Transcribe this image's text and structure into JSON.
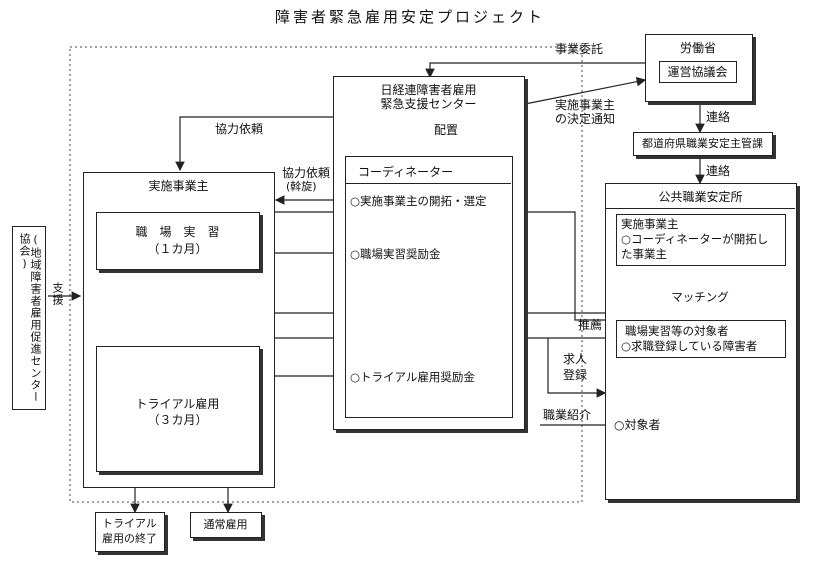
{
  "title": "障害者緊急雇用安定プロジェクト",
  "labels": {
    "jigyo_itaku": "事業委託",
    "rodosho": "労働省",
    "unei": "運営協議会",
    "nikkeiren_1": "日経連障害者雇用",
    "nikkeiren_2": "緊急支援センター",
    "kettei_1": "実施事業主",
    "kettei_2": "の決定通知",
    "renraku_1": "連絡",
    "todofuken": "都道府県職業安定主管課",
    "renraku_2": "連絡",
    "haichi": "配置",
    "kyoryoku_irai": "協力依頼",
    "kyoryoku_irai_2": "協力依頼",
    "kyoryoku_irai_2_sub": "(斡旋)",
    "coordinator": "コーディネーター",
    "coord_item1": "○実施事業主の開拓・選定",
    "coord_item2": "○職場実習奨励金",
    "coord_item3": "○トライアル雇用奨励金",
    "jisshi_jigyonushi": "実施事業主",
    "shokuba_1": "職　場　実　習",
    "shokuba_2": "（１カ月）",
    "trial_1": "トライアル雇用",
    "trial_2": "（３カ月）",
    "left_org": "(地域障害者雇用促進センター協会)",
    "shien": "支援",
    "kokyo": "公共職業安定所",
    "hello_item1_1": "実施事業主",
    "hello_item1_2": "○コーディネーターが開拓し",
    "hello_item1_3": "た事業主",
    "matching": "マッチング",
    "hello_item2_1": "職場実習等の対象者",
    "hello_item2_2": "○求職登録している障害者",
    "suisen": "推薦",
    "kyujin_1": "求人",
    "kyujin_2": "登録",
    "shokugyo_shokai": "職業紹介",
    "taishosha": "○対象者",
    "end_1": "トライアル",
    "end_2": "雇用の終了",
    "tsujo": "通常雇用"
  }
}
